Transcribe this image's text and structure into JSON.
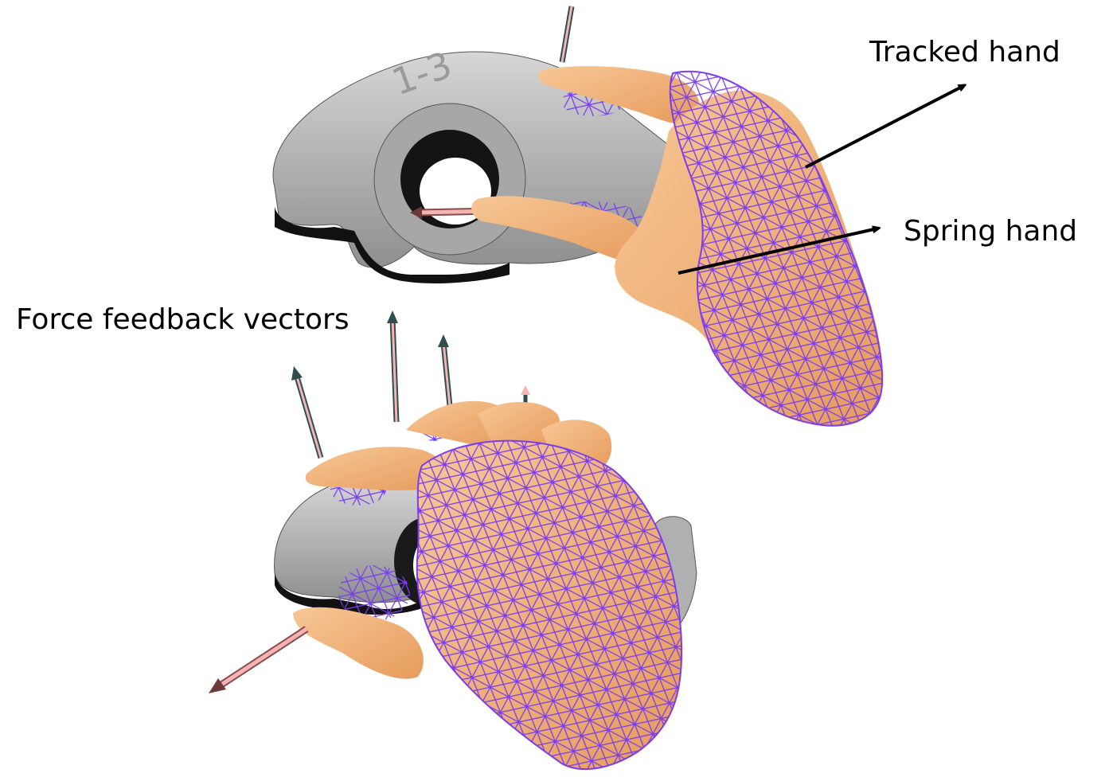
{
  "labels": {
    "tracked_hand": "Tracked hand",
    "spring_hand": "Spring hand",
    "force_feedback": "Force feedback vectors"
  },
  "part_marking": "1-3",
  "colors": {
    "hand_fill": "#f5c08a",
    "hand_shade": "#e39a5e",
    "wireframe": "#7a3df0",
    "part_fill": "#b9b9b9",
    "part_dark": "#1a1a1a",
    "force_arrow": "#f4b4b4",
    "force_arrow_dark": "#2f4f4f",
    "pointer_arrow": "#000000"
  },
  "icons": {
    "pointer": "arrow-icon",
    "force_vector": "force-vector-icon"
  }
}
